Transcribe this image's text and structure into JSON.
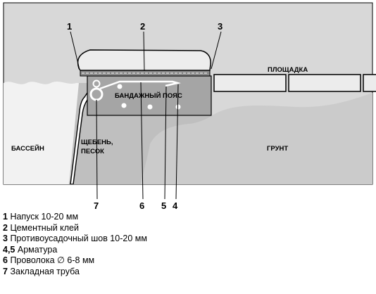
{
  "labels": {
    "platform": "ПЛОЩАДКА",
    "belt": "БАНДАЖНЫЙ ПОЯС",
    "pool": "БАССЕЙН",
    "gravel_line1": "ЩЕБЕНЬ,",
    "gravel_line2": "ПЕСОК",
    "soil": "ГРУНТ"
  },
  "callouts": {
    "top": [
      "1",
      "2",
      "3"
    ],
    "bottom": [
      "7",
      "6",
      "5",
      "4"
    ]
  },
  "legend": [
    {
      "key": "1",
      "text": "Напуск 10-20 мм"
    },
    {
      "key": "2",
      "text": "Цементный клей"
    },
    {
      "key": "3",
      "text": "Противоусадочный шов 10-20 мм"
    },
    {
      "key": "4,5",
      "text": "Арматура"
    },
    {
      "key": "6",
      "text": "Проволока  ∅ 6-8 мм"
    },
    {
      "key": "7",
      "text": "Закладная труба"
    }
  ],
  "colors": {
    "background": "#d8d8d8",
    "water": "#f2f2f2",
    "belt": "#a5a5a5",
    "gravel": "#bfbfbf",
    "soil": "#cbcbcb",
    "tiles": "#ececec",
    "coping": "#ededed"
  }
}
